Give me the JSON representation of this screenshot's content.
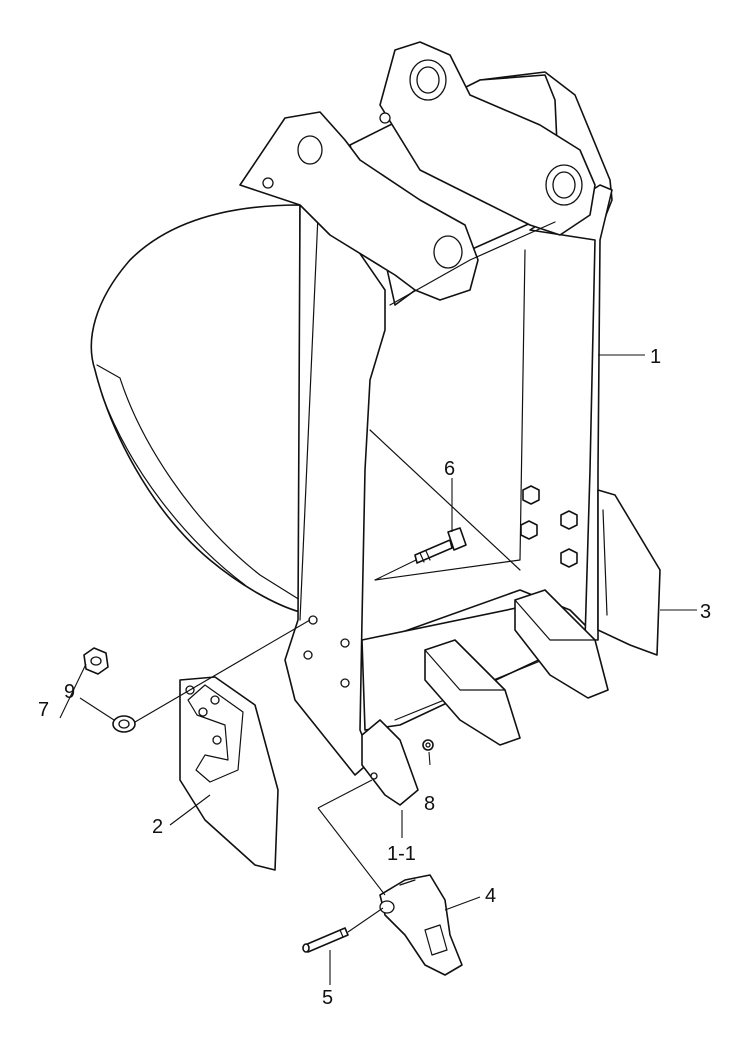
{
  "callouts": [
    {
      "id": "1",
      "label": "1"
    },
    {
      "id": "1-1",
      "label": "1-1"
    },
    {
      "id": "2",
      "label": "2"
    },
    {
      "id": "3",
      "label": "3"
    },
    {
      "id": "4",
      "label": "4"
    },
    {
      "id": "5",
      "label": "5"
    },
    {
      "id": "6",
      "label": "6"
    },
    {
      "id": "7",
      "label": "7"
    },
    {
      "id": "8",
      "label": "8"
    },
    {
      "id": "9",
      "label": "9"
    }
  ]
}
